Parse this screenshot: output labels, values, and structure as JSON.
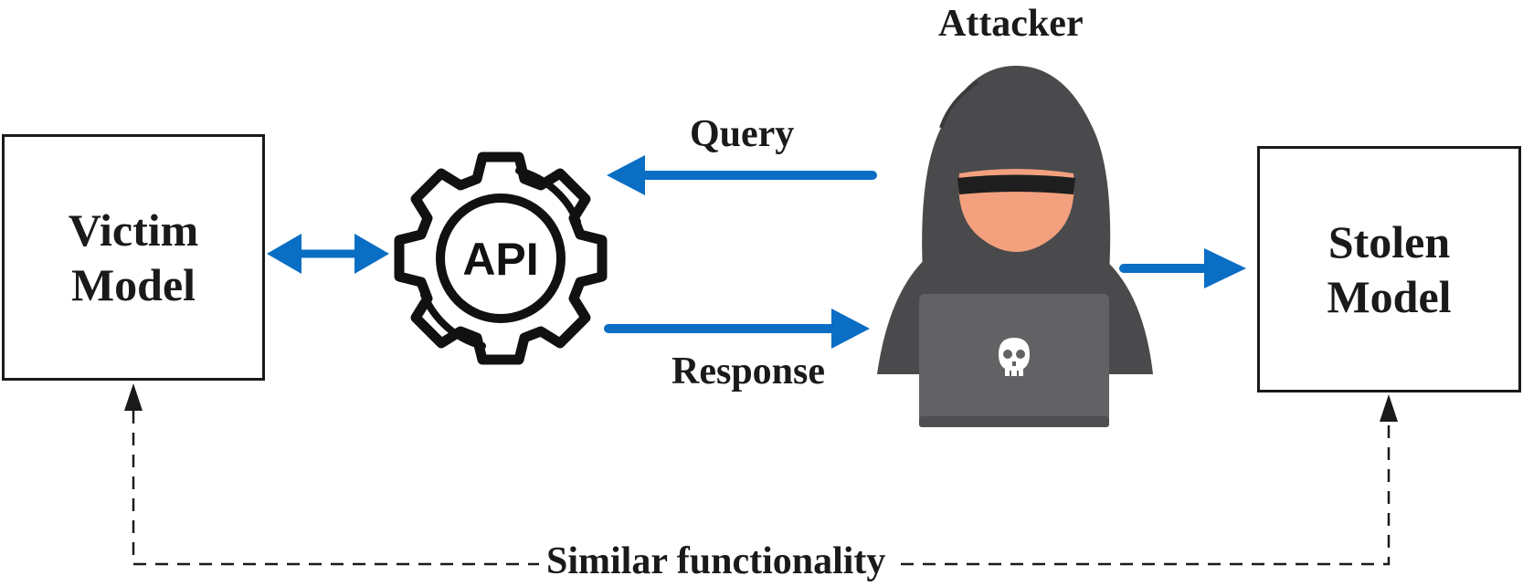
{
  "diagram": {
    "victim_model": {
      "line1": "Victim",
      "line2": "Model"
    },
    "stolen_model": {
      "line1": "Stolen",
      "line2": "Model"
    },
    "api_label": "API",
    "attacker_label": "Attacker",
    "query_label": "Query",
    "response_label": "Response",
    "similarity_label": "Similar functionality"
  },
  "colors": {
    "arrow": "#0a6ec4",
    "hood": "#4a4a4c",
    "laptop": "#626265",
    "face": "#f2a07e",
    "line": "#1a1a1a"
  },
  "icons": [
    "gear-icon",
    "skull-icon",
    "hacker-icon"
  ]
}
